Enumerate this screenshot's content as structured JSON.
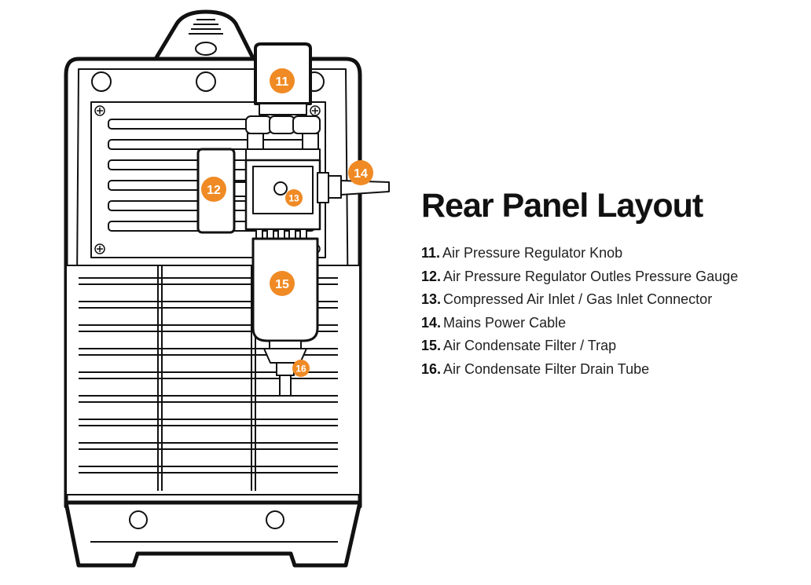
{
  "title": "Rear Panel Layout",
  "legend": [
    {
      "number": "11.",
      "label": "Air Pressure Regulator Knob"
    },
    {
      "number": "12.",
      "label": "Air Pressure Regulator Outles Pressure Gauge"
    },
    {
      "number": "13.",
      "label": "Compressed Air Inlet / Gas Inlet Connector"
    },
    {
      "number": "14.",
      "label": "Mains Power Cable"
    },
    {
      "number": "15.",
      "label": "Air Condensate Filter / Trap"
    },
    {
      "number": "16.",
      "label": "Air Condensate Filter Drain Tube"
    }
  ],
  "callouts": {
    "c11": "11",
    "c12": "12",
    "c13": "13",
    "c14": "14",
    "c15": "15",
    "c16": "16"
  },
  "colors": {
    "accent": "#F08A24",
    "outline": "#111111",
    "background": "#ffffff"
  }
}
